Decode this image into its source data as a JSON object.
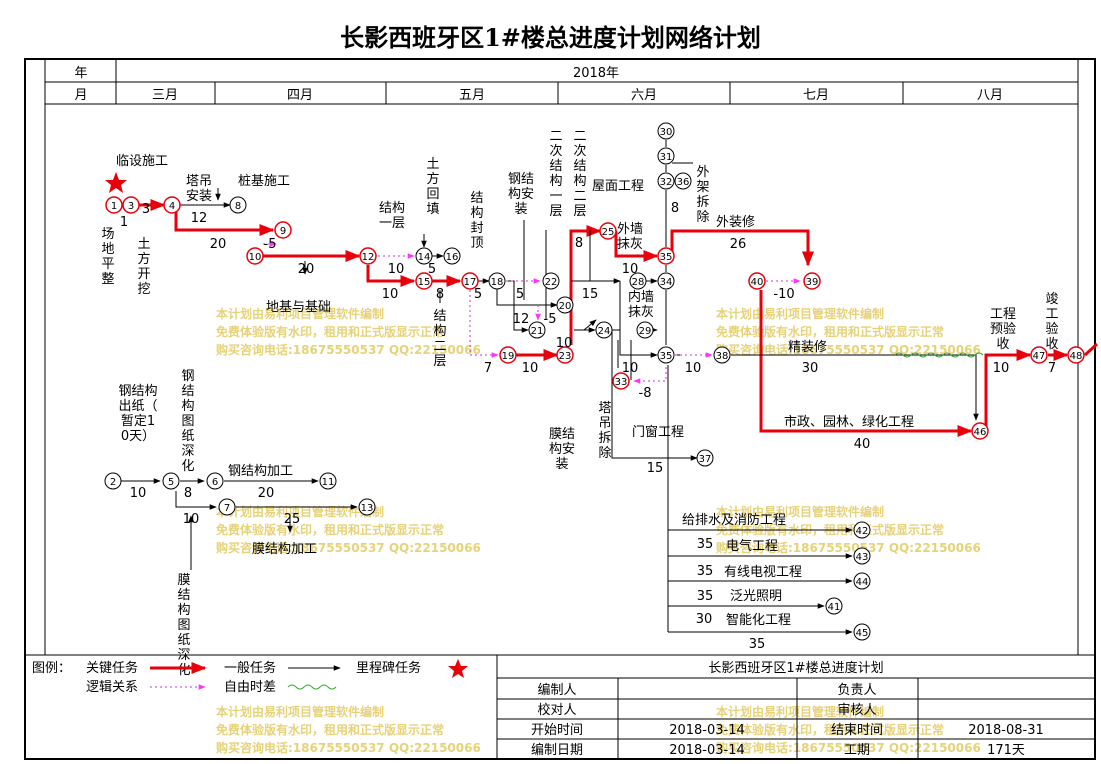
{
  "title": "长影西班牙区1#楼总进度计划网络计划",
  "header": {
    "year_label": "年",
    "month_label": "月",
    "year": "2018年",
    "months": [
      "三月",
      "四月",
      "五月",
      "六月",
      "七月",
      "八月"
    ]
  },
  "nodes": [
    "1",
    "2",
    "3",
    "4",
    "5",
    "6",
    "7",
    "8",
    "9",
    "10",
    "11",
    "12",
    "13",
    "14",
    "15",
    "16",
    "17",
    "18",
    "19",
    "20",
    "21",
    "22",
    "23",
    "24",
    "25",
    "28",
    "29",
    "30",
    "31",
    "32",
    "33",
    "34",
    "35",
    "36",
    "37",
    "38",
    "39",
    "40",
    "41",
    "42",
    "43",
    "44",
    "45",
    "46",
    "47",
    "48"
  ],
  "task_labels": {
    "t1": "临设施工",
    "t2": "场地平整",
    "t3": "土方开挖",
    "t4": "塔吊安装",
    "t5": "桩基施工",
    "t6": "地基与基础",
    "t7": "结构一层",
    "t8": "土方回填",
    "t9": "结构二层",
    "t10": "结构封顶",
    "t11": "钢结构安装",
    "t12": "二次结构一层",
    "t13": "二次结构二层",
    "t14": "屋面工程",
    "t15": "外墙抹灰",
    "t16": "内墙抹灰",
    "t17": "外架拆除",
    "t18": "外装修",
    "t19": "精装修",
    "t20": "膜结构安装",
    "t21": "塔吊拆除",
    "t22": "门窗工程",
    "t23": "市政、园林、绿化工程",
    "t24": "工程预验收",
    "t25": "竣工验收",
    "t26": "钢结构出纸（暂定10天）",
    "t27": "钢结构图纸深化",
    "t28": "钢结构加工",
    "t29": "膜结构加工",
    "t30": "膜结构图纸深化",
    "t31": "给排水及消防工程",
    "t32": "电气工程",
    "t33": "有线电视工程",
    "t34": "泛光照明",
    "t35": "智能化工程"
  },
  "durations": [
    "1",
    "3",
    "12",
    "20",
    "-5",
    "20",
    "10",
    "5",
    "10",
    "5",
    "8",
    "5",
    "10",
    "12",
    "-5",
    "10",
    "7",
    "10",
    "15",
    "8",
    "10",
    "10",
    "-8",
    "26",
    "-10",
    "10",
    "30",
    "10",
    "7",
    "40",
    "15",
    "10",
    "8",
    "20",
    "10",
    "25",
    "35",
    "35",
    "35",
    "30",
    "35"
  ],
  "legend": {
    "title": "图例：",
    "critical": "关键任务",
    "normal": "一般任务",
    "milestone": "里程碑任务",
    "logic": "逻辑关系",
    "float": "自由时差"
  },
  "info": {
    "name": "长影西班牙区1#楼总进度计划",
    "editor_label": "编制人",
    "owner_label": "负责人",
    "checker_label": "校对人",
    "reviewer_label": "审核人",
    "start_label": "开始时间",
    "start_value": "2018-03-14",
    "end_label": "结束时间",
    "end_value": "2018-08-31",
    "date_label": "编制日期",
    "date_value": "2018-03-14",
    "period_label": "工期",
    "period_value": "171天"
  },
  "watermark": {
    "line1": "本计划由易利项目管理软件编制",
    "line2": "免费体验版有水印，租用和正式版显示正常",
    "line3": "购买咨询电话:18675550537 QQ:22150066"
  },
  "colors": {
    "critical": "#e8000b",
    "normal": "#000000",
    "logic": "#cc33cc",
    "float": "#33aa33",
    "watermark": "#e6d27a",
    "milestone": "#e8000b"
  }
}
